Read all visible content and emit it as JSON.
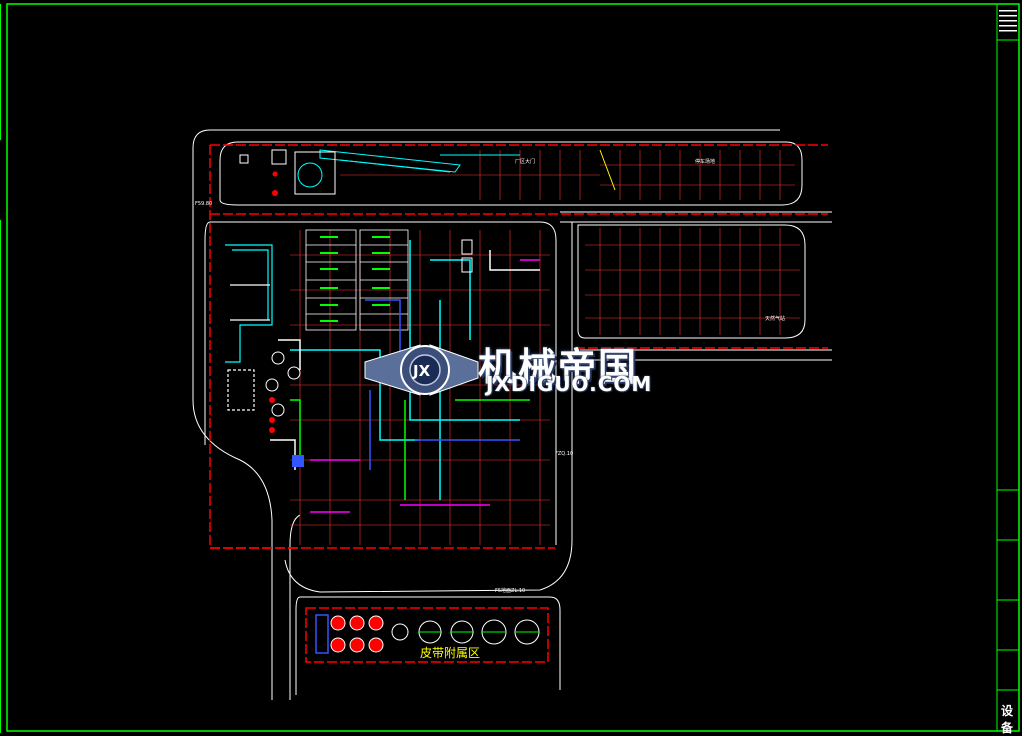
{
  "drawing": {
    "area_label": "皮带附属区",
    "road_labels": [
      "F59.80",
      "FZQ.10",
      "F5地面ZL.10"
    ],
    "block_labels": [
      "厂区大门",
      "停车场地",
      "天然气站"
    ],
    "colors": {
      "background": "#000000",
      "frame": "#00ff00",
      "road": "#ffffff",
      "boundary": "#ff0000",
      "pipe_cyan": "#00ffff",
      "pipe_blue": "#3355ff",
      "equipment_magenta": "#ff00ff",
      "label_yellow": "#ffff00"
    }
  },
  "watermark": {
    "brand_cn": "机械帝国",
    "brand_en": "JXDIGUO.COM",
    "logo_letters": "JX"
  },
  "title_block": {
    "label": "设备"
  }
}
